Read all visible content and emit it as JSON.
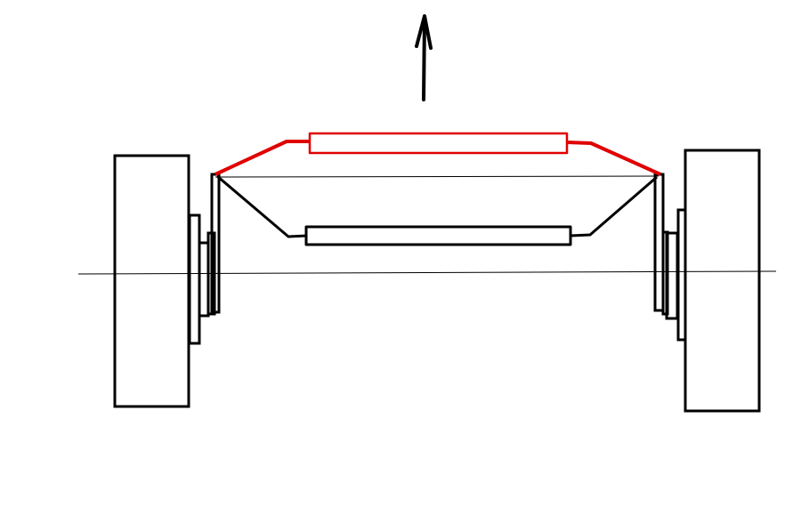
{
  "colors": {
    "background": "#ffffff",
    "ink": "#000000",
    "highlight": "#e00000"
  },
  "diagram": {
    "parts": [
      "direction-arrow",
      "left-wheel",
      "right-wheel",
      "left-hub-assembly",
      "right-hub-assembly",
      "red-tie-rod",
      "black-tie-rod",
      "reference-line",
      "axle-centerline"
    ]
  }
}
